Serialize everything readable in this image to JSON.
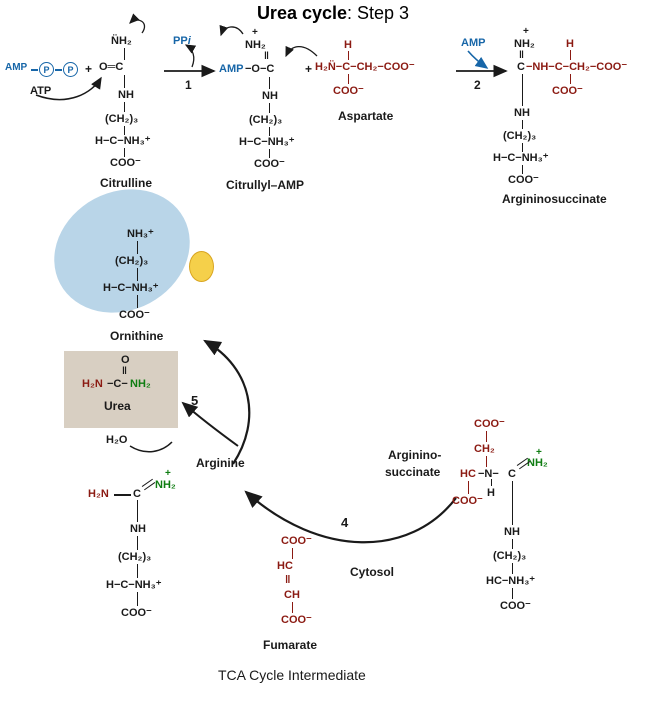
{
  "title": {
    "bold": "Urea cycle",
    "rest": ": Step 3"
  },
  "colors": {
    "blue": "#1766a8",
    "dark_red": "#8b1a12",
    "green": "#0f7d12",
    "urea_box": "#d8cfc2",
    "membrane": "#b9d5e8",
    "transporter": "#f5d04a",
    "arrow": "#1a1a1a"
  },
  "reaction": {
    "atp": {
      "amp": "AMP",
      "p": "P",
      "label": "ATP"
    },
    "plus_1": "+",
    "citrulline": {
      "nh2": "N̈H₂",
      "oc": "O═C",
      "nh": "NH",
      "ch2_3": "(CH₂)₃",
      "hcnh3": "H−C−NH₃⁺",
      "coo": "COO⁻",
      "name": "Citrulline"
    },
    "step1": {
      "pp": "PP",
      "i": "i",
      "num": "1"
    },
    "citrullyl_amp": {
      "plus": "+",
      "nh2": "NH₂",
      "dbl": "‖",
      "amp": "AMP",
      "oc": "−O−C",
      "nh": "NH",
      "ch2_3": "(CH₂)₃",
      "hcnh3": "H−C−NH₃⁺",
      "coo": "COO⁻",
      "name": "Citrullyl–AMP"
    },
    "plus_2": "+",
    "aspartate": {
      "h": "H",
      "chain": "H₂N̈−C−CH₂−COO⁻",
      "coo": "COO⁻",
      "name": "Aspartate"
    },
    "step2": {
      "amp": "AMP",
      "num": "2"
    },
    "argininosuccinate": {
      "plus": "+",
      "nh2": "NH₂",
      "dbl": "‖",
      "h": "H",
      "c": "C",
      "chain": "−NH−C−CH₂−COO⁻",
      "coo_top": "COO⁻",
      "nh": "NH",
      "ch2_3": "(CH₂)₃",
      "hcnh3": "H−C−NH₃⁺",
      "coo": "COO⁻",
      "name": "Argininosuccinate"
    }
  },
  "cycle": {
    "ornithine": {
      "nh3": "NH₃⁺",
      "ch2_3": "(CH₂)₃",
      "hcnh3": "H−C−NH₃⁺",
      "coo": "COO⁻",
      "name": "Ornithine"
    },
    "urea": {
      "o": "O",
      "dbl": "‖",
      "h2n": "H₂N",
      "c": "−C−",
      "nh2": "NH₂",
      "name": "Urea"
    },
    "step5": "5",
    "h2o": "H₂O",
    "arginine": {
      "name": "Arginine",
      "h2n": "H₂N",
      "c": "C",
      "plus": "+",
      "nh2": "NH₂",
      "nh": "NH",
      "ch2_3": "(CH₂)₃",
      "hcnh3": "H−C−NH₃⁺",
      "coo": "COO⁻"
    },
    "step4": "4",
    "argsuccinate": {
      "name1": "Arginino-",
      "name2": "succinate",
      "coo_a": "COO⁻",
      "ch2": "CH₂",
      "hc": "HC",
      "n": "−N−",
      "h": "H",
      "c": "C",
      "plus": "+",
      "nh2": "NH₂",
      "coo_b": "COO⁻",
      "nh": "NH",
      "ch2_3": "(CH₂)₃",
      "hcnh3": "HC−NH₃⁺",
      "coo_c": "COO⁻"
    },
    "fumarate": {
      "coo_a": "COO⁻",
      "hc": "HC",
      "dbl": "‖",
      "ch": "CH",
      "coo_b": "COO⁻",
      "name": "Fumarate"
    },
    "cytosol": "Cytosol",
    "tca": "TCA Cycle Intermediate"
  }
}
